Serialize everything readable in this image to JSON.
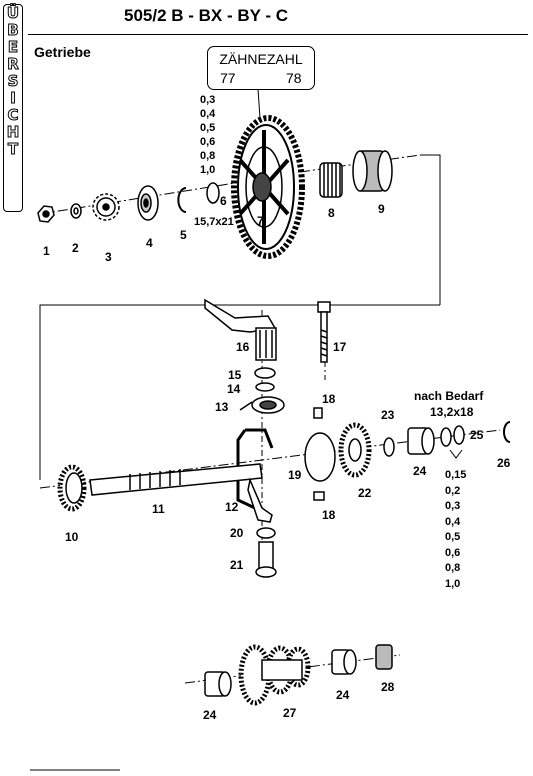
{
  "header": {
    "side_tab_letters": [
      "Ü",
      "B",
      "E",
      "R",
      "S",
      "I",
      "C",
      "H",
      "T"
    ],
    "title": "505/2 B - BX - BY - C",
    "section": "Getriebe"
  },
  "teeth_box": {
    "title": "ZÄHNEZAHL",
    "values": [
      "77",
      "78"
    ]
  },
  "shim_thickness_top": [
    "0,3",
    "0,4",
    "0,5",
    "0,6",
    "0,8",
    "1,0"
  ],
  "shim_size_top": "15,7x21",
  "note_right": "nach Bedarf",
  "shim_size_right": "13,2x18",
  "shim_thickness_right": [
    "0,15",
    "0,2",
    "0,3",
    "0,4",
    "0,5",
    "0,6",
    "0,8",
    "1,0"
  ],
  "part_numbers": {
    "p1": "1",
    "p2": "2",
    "p3": "3",
    "p4": "4",
    "p5": "5",
    "p6": "6",
    "p7": "7",
    "p8": "8",
    "p9": "9",
    "p10": "10",
    "p11": "11",
    "p12": "12",
    "p13": "13",
    "p14": "14",
    "p15": "15",
    "p16": "16",
    "p17": "17",
    "p18a": "18",
    "p18b": "18",
    "p19": "19",
    "p20": "20",
    "p21": "21",
    "p22": "22",
    "p23": "23",
    "p24a": "24",
    "p24b": "24",
    "p24c": "24",
    "p25": "25",
    "p26": "26",
    "p27": "27",
    "p28": "28"
  }
}
